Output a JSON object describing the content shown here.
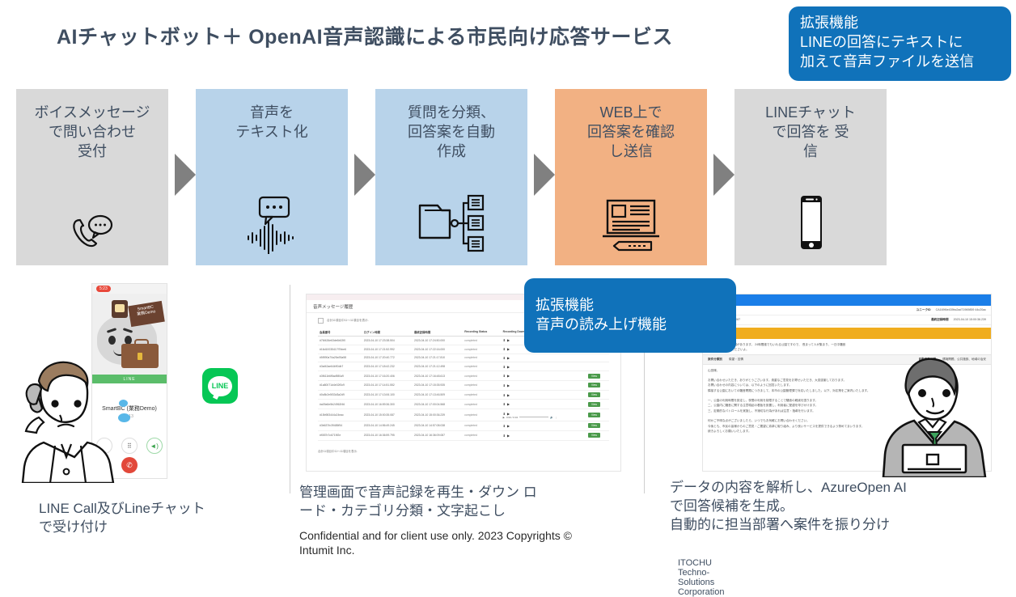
{
  "title": "AIチャットボット＋ OpenAI音声認識による市民向け応答サービス",
  "flow": {
    "steps": [
      {
        "text": "ボイスメッセージ\nで問い合わせ\n受付",
        "color": "#d9d9d9",
        "icon": "phone-chat-icon"
      },
      {
        "text": "音声を\nテキスト化",
        "color": "#b8d3ea",
        "icon": "speech-waveform-icon"
      },
      {
        "text": "質問を分類、\n回答案を自動\n作成",
        "color": "#b8d3ea",
        "icon": "folder-category-icon"
      },
      {
        "text": "WEB上で\n回答案を確認\nし送信",
        "color": "#f2b183",
        "icon": "document-pencil-icon"
      },
      {
        "text": "LINEチャット\nで回答を 受\n信",
        "color": "#d9d9d9",
        "icon": "smartphone-icon"
      }
    ],
    "arrow_color": "#808080"
  },
  "callouts": {
    "line_audio": "拡張機能\nLINEの回答にテキストに\n加えて音声ファイルを送信",
    "tts": "拡張機能\n音声の読み上げ機能",
    "color": "#1072ba"
  },
  "panels": {
    "left": {
      "caption": "LINE Call及びLineチャット\nで受け付け",
      "phone": {
        "status_time": "5:23",
        "sticker_text": "SmartBC\n業務Demo",
        "line_bar_label": "LINE",
        "caller_name": "SmartBC (業務Demo)",
        "call_duration": "0:13",
        "controls": [
          "keypad-icon",
          "speaker-icon"
        ],
        "hangup": "hangup-icon"
      },
      "app_icon_label": "LINE"
    },
    "middle": {
      "screen_title": "音声メッセージ履歴",
      "hint": "合計11項目中11～11項目を表示.",
      "columns": [
        "会員番号",
        "ログイン時間",
        "最終記録時間",
        "Recording Status",
        "Recording Download"
      ],
      "rows": [
        {
          "id": "#76f426e63de6b02f0",
          "login": "2023-04-10 17:23:38.504",
          "last": "2023-04-10 17:24:50.000",
          "status": "completed"
        },
        {
          "id": "#16d10035417f7bbe6",
          "login": "2023-04-10 17:21:52.992",
          "last": "2023-04-10 17:22:16.000",
          "status": "completed"
        },
        {
          "id": "#5f590a70a25a93a58",
          "login": "2023-04-10 17:20:40.772",
          "last": "2023-04-10 17:21:17.810",
          "status": "completed"
        },
        {
          "id": "#3af42ae64b90db7",
          "login": "2023-04-10 17:18:42.232",
          "last": "2023-04-10 17:21:12.498",
          "status": "completed"
        },
        {
          "id": "#3f611b6f5ad980a9",
          "login": "2023-04-10 17:16:20.406",
          "last": "2023-04-10 17:16:48.613",
          "status": "completed",
          "view": "View"
        },
        {
          "id": "#1a80071d4e02f0c9",
          "login": "2023-04-10 17:14:51.552",
          "last": "2023-04-10 17:15:35.935",
          "status": "completed",
          "view": "View"
        },
        {
          "id": "#0c8b2e5f33d3a2d9",
          "login": "2023-04-10 17:13:06.100",
          "last": "2023-04-10 17:13:46.509",
          "status": "completed",
          "view": "View"
        },
        {
          "id": "#a09a5e5b24962f46",
          "login": "2023-04-10 16:59:36.300",
          "last": "2023-04-10 17:00:04.568",
          "status": "completed",
          "view": "View"
        },
        {
          "id": "#15b983444c24eac",
          "login": "2023-04-10 15:00:35.087",
          "last": "2023-04-10 15:00:36.239",
          "status": "completed",
          "view": "View",
          "player": "0:00 / 0:32"
        },
        {
          "id": "#3b637fc39485f54",
          "login": "2023-04-10 14:56:49.245",
          "last": "2023-04-10 14:57:08.038",
          "status": "completed",
          "view": "View"
        },
        {
          "id": "#f087b7c6719f2e",
          "login": "2023-04-10 16:36:59.795",
          "last": "2023-04-10 16:36:09.087",
          "status": "completed",
          "view": "View"
        }
      ],
      "footnote": "合計11項目中11～11項目を表示.",
      "caption": "管理画面で音声記録を再生・ダウン ロ\nード・カテゴリ分類・文字起こし",
      "confidential": "Confidential and for client use only. 2023 Copyrights ©\nIntumit Inc."
    },
    "right": {
      "meta": [
        {
          "label": "ユニークID",
          "value": "CA169f4e439bc2ad71969859 44c20ac"
        },
        {
          "label": "",
          "value": "2023-04-10 11:00:05.087"
        },
        {
          "label": "最終記録時間",
          "value": "2023-04-10 15:00:36.239"
        }
      ],
      "voice_body": "が家の隣に小さな公園があります。 24時間誰でもいれる公園ですので、 長まって人が集まり、一日中騒音\nす。 どうにかしてくださいよ。",
      "category_row": [
        {
          "label": "案件分類別",
          "value": "衛望・苦情"
        },
        {
          "label": "自動案件分類",
          "value": "環境問題、公共施設、地域の治安"
        }
      ],
      "sidebar_label": "案件候補テンプレート生成",
      "letter": "山田様、\n\nお問い合わせいただき、ありがとうございます。貴重なご意見をお寄せいただき、大変感謝しております。\nお問い合わせの内容については、以下のように回答いたします。\n隣接する公園においての騒音問題につきまして、本市の公園管理課で対応いたしました。以下、対応策をご案内いたします。\n\n一、公園の利用時間を設定し、夜間の利用を制限することで騒音の軽減を図ります。\n二、公園内に騒音に関する注意喚起の看板を設置し、利用者に配慮を呼びかけます。\n三、定期的なパトロールを実施し、不適切な行為があれば注意・指導を行います。\n\n何かご不明な点がございましたら、いつでもお気軽にお問い合わせください。\n今後とも、市民の皆様からのご意見・ご要望に真摯に取り組み、より良いサービスを提供できるよう努めてまいります。\n続きよろしくお願いいたします。",
      "caption": "データの内容を解析し、AzureOpen AI\nで回答候補を生成。\n自動的に担当部署へ案件を振り分け",
      "corp": "ITOCHU Techno-Solutions Corporation"
    }
  }
}
